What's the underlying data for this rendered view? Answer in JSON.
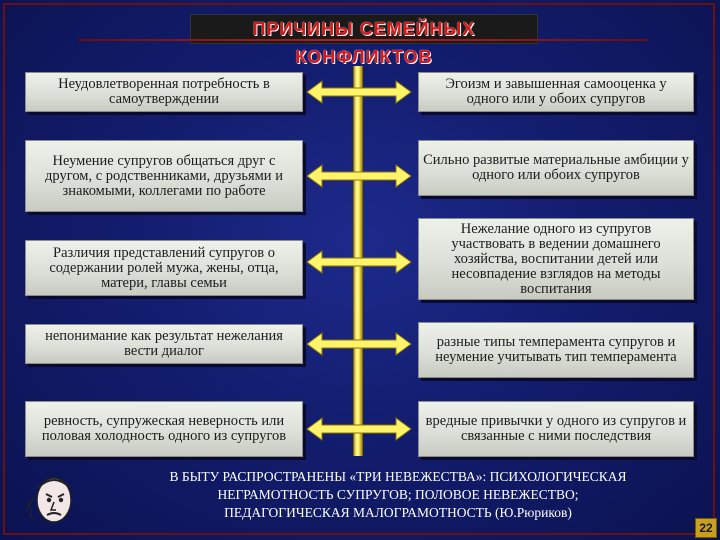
{
  "title": "ПРИЧИНЫ СЕМЕЙНЫХ КОНФЛИКТОВ",
  "left_causes": [
    "Неудовлетворенная потребность в самоутверждении",
    "Неумение супругов общаться друг с другом, с родственниками, друзьями и знакомыми, коллегами по работе",
    "Различия представлений супругов о содержании ролей мужа, жены, отца, матери, главы семьи",
    "непонимание как результат нежелания вести диалог",
    "ревность, супружеская неверность или половая холодность одного из супругов"
  ],
  "right_causes": [
    "Эгоизм и завышенная самооценка у одного или у обоих супругов",
    "Сильно развитые материальные амбиции у одного или обоих супругов",
    "Нежелание одного из супругов участвовать в ведении домашнего хозяйства, воспитании детей или несовпадение взглядов на методы воспитания",
    "разные типы темперамента супругов и неумение учитывать тип темперамента",
    "вредные привычки у одного из супругов и связанные с ними последствия"
  ],
  "bottom": {
    "line1": "В БЫТУ РАСПРОСТРАНЕНЫ «ТРИ НЕВЕЖЕСТВА»: ПСИХОЛОГИЧЕСКАЯ",
    "line2": "НЕГРАМОТНОСТЬ СУПРУГОВ; ПОЛОВОЕ НЕВЕЖЕСТВО;",
    "line3": "ПЕДАГОГИЧЕСКАЯ МАЛОГРАМОТНОСТЬ (Ю.Рюриков)"
  },
  "page_number": "22",
  "colors": {
    "background": "#131d6e",
    "title_text": "#d81818",
    "spine": "#fff36a",
    "box": "#dde0d8"
  },
  "icons": {
    "face": "face-icon",
    "arrow": "double-arrow-icon"
  }
}
